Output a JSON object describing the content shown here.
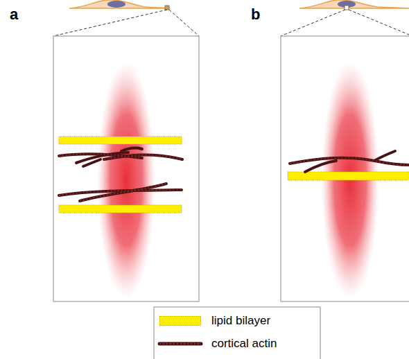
{
  "diagram": {
    "labels": [
      "a",
      "b"
    ],
    "legend": [
      {
        "text": "lipid bilayer",
        "color": "#ffee00"
      },
      {
        "text": "cortical actin"
      }
    ]
  }
}
